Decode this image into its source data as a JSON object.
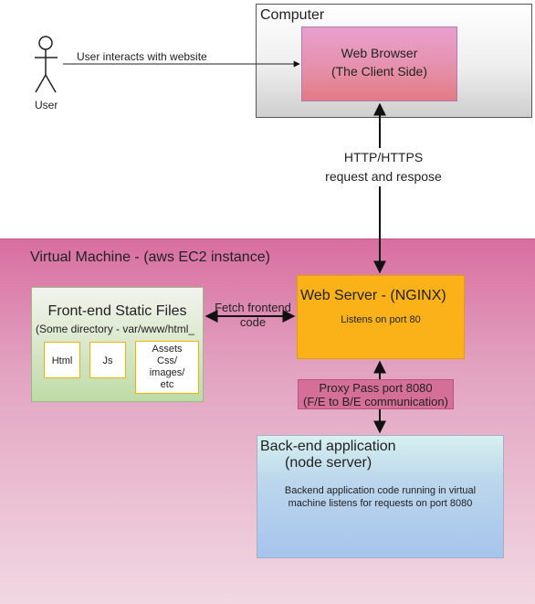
{
  "computer": {
    "label": "Computer"
  },
  "browser": {
    "line1": "Web Browser",
    "line2": "(The Client Side)"
  },
  "user": {
    "label": "User",
    "action": "User interacts with website"
  },
  "http": {
    "line1": "HTTP/HTTPS",
    "line2": "request and respose"
  },
  "vm": {
    "label": "Virtual Machine  - (aws EC2 instance)"
  },
  "frontend": {
    "title": "Front-end Static Files",
    "subtitle": "(Some directory - var/www/html_",
    "chips": {
      "html": "Html",
      "js": "Js",
      "assets_line1": "Assets",
      "assets_line2": "Css/",
      "assets_line3": "images/",
      "assets_line4": "etc"
    }
  },
  "fetch": {
    "line1": "Fetch frontend",
    "line2": "code"
  },
  "webserver": {
    "title": "Web Server - (NGINX)",
    "subtitle": "Listens on port 80"
  },
  "proxy": {
    "line1": "Proxy Pass port 8080",
    "line2": "(F/E to B/E communication)"
  },
  "backend": {
    "title": "Back-end application",
    "subtitle": "(node server)",
    "desc_line1": "Backend application code running in virtual",
    "desc_line2": "machine listens for requests on port 8080"
  },
  "colors": {
    "vm": "#d86ea0",
    "webserver": "#fbb218",
    "browser": "#e58fa8",
    "frontend": "#bedba5",
    "backend": "#a6c3ec",
    "proxy": "#d56f97"
  }
}
